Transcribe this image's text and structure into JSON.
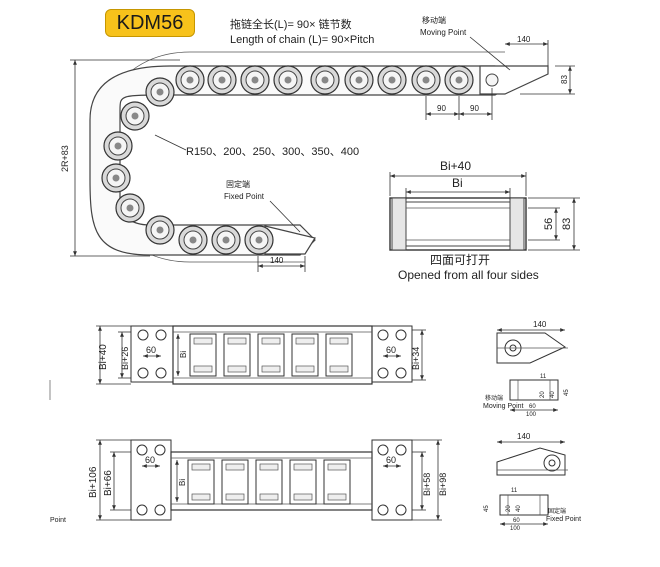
{
  "title": {
    "model": "KDM56",
    "length_cn": "拖链全长(L)= 90× 链节数",
    "length_en": "Length of chain (L)= 90×Pitch"
  },
  "side_view": {
    "moving_cn": "移动端",
    "moving_en": "Moving Point",
    "fixed_cn": "固定端",
    "fixed_en": "Fixed Point",
    "radius": "R150、200、250、300、350、400",
    "height_dim": "2R+83",
    "top_len": "140",
    "bottom_len": "140",
    "pitch_a": "90",
    "pitch_b": "90",
    "end_height": "83"
  },
  "cross_section": {
    "outer_width": "Bi+40",
    "inner_width": "Bi",
    "inner_height": "56",
    "outer_height": "83",
    "caption_cn": "四面可打开",
    "caption_en": "Opened from all four sides"
  },
  "top_view_1": {
    "dim_outer": "Bi+40",
    "dim_inner": "Bi+26",
    "dim_60": "60",
    "dim_bi": "Bi",
    "dim_right": "Bi+34"
  },
  "top_view_2": {
    "dim_outer": "Bi+106",
    "dim_inner": "Bi+66",
    "dim_60": "60",
    "dim_bi": "Bi",
    "dim_right_a": "Bi+58",
    "dim_right_b": "Bi+98"
  },
  "bracket_1": {
    "len": "140",
    "d11": "11",
    "d20": "20",
    "d40": "40",
    "d45": "45",
    "d60": "60",
    "d100": "100",
    "label_cn": "移动端",
    "label_en": "Moving Point"
  },
  "bracket_2": {
    "len": "140",
    "d11": "11",
    "d20": "20",
    "d40": "40",
    "d45": "45",
    "d60": "60",
    "d100": "100",
    "label_cn": "固定端",
    "label_en": "Fixed Point"
  },
  "edge_text": "Point"
}
